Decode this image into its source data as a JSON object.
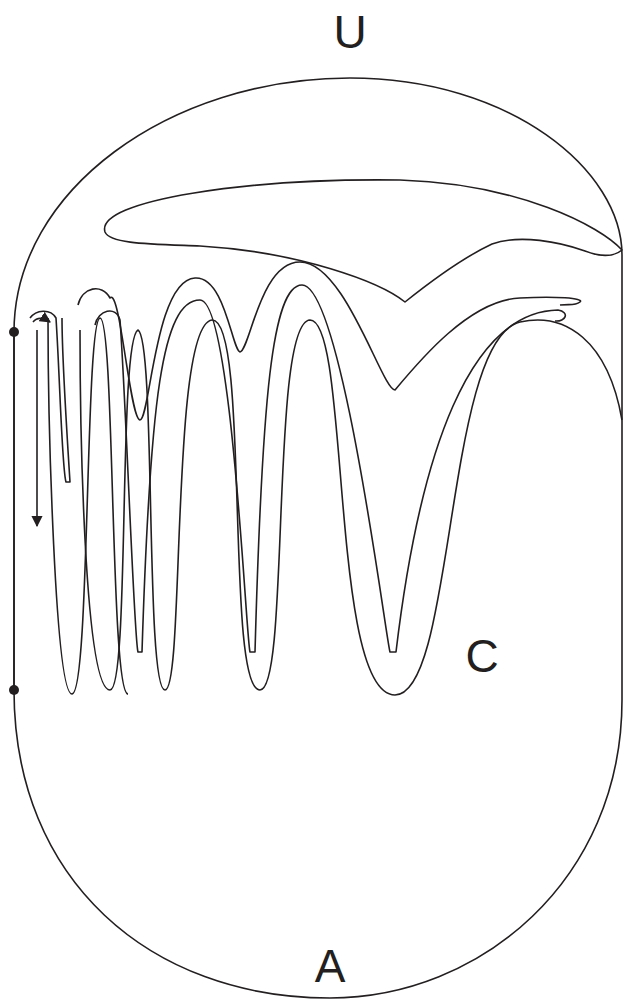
{
  "diagram": {
    "labels": [
      "U",
      "C",
      "A"
    ]
  }
}
